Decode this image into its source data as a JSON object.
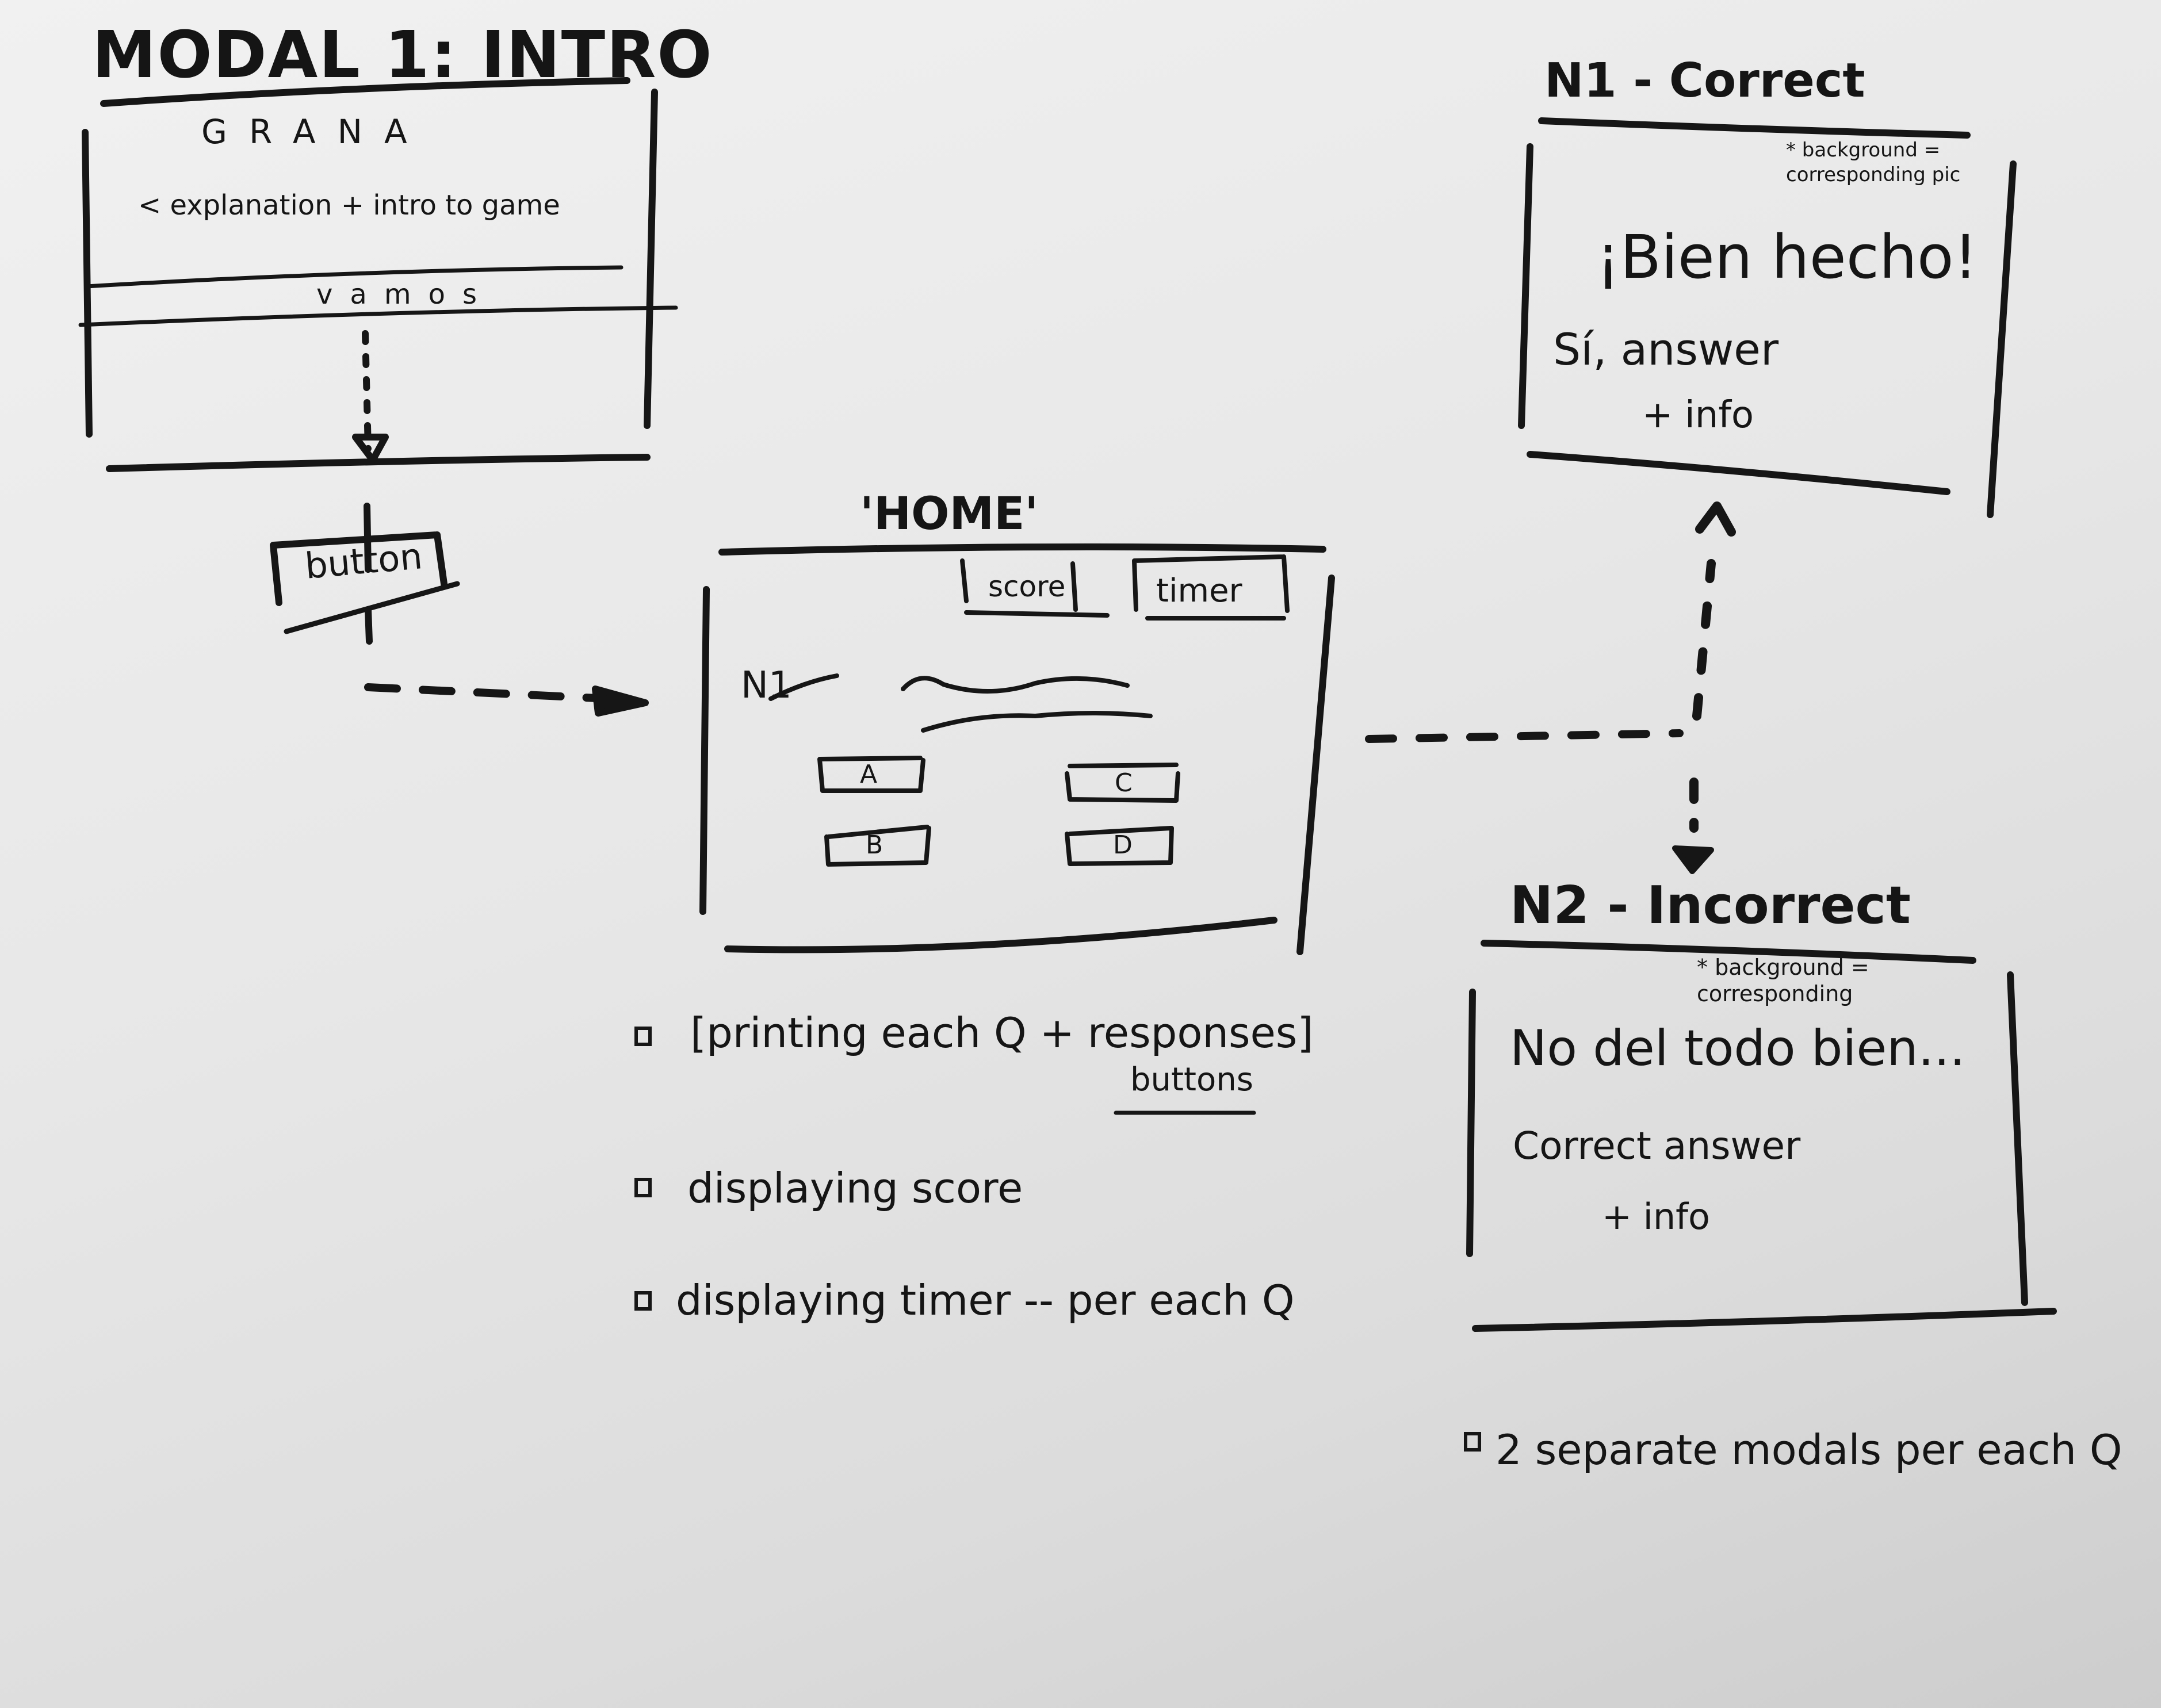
{
  "intro": {
    "heading": "MODAL 1: INTRO",
    "title": "GRANA",
    "description": "< explanation + intro to game",
    "cta": "vamos"
  },
  "button_label": "button",
  "home": {
    "heading": "'HOME'",
    "score": "score",
    "timer": "timer",
    "question": "N1",
    "answers": [
      "A",
      "C",
      "B",
      "D"
    ]
  },
  "home_notes": [
    "[printing each Q + responses]",
    "buttons",
    "displaying score",
    "displaying timer -- per each Q"
  ],
  "correct": {
    "heading": "N1 - Correct",
    "note": "* background = corresponding pic",
    "message": "¡Bien hecho!",
    "answer_line": "Sí, answer",
    "info_line": "+ info"
  },
  "incorrect": {
    "heading": "N2 - Incorrect",
    "note": "* background = corresponding",
    "message": "No del todo bien...",
    "answer_line": "Correct answer",
    "info_line": "+ info"
  },
  "modal_note": "2 separate modals per each Q"
}
